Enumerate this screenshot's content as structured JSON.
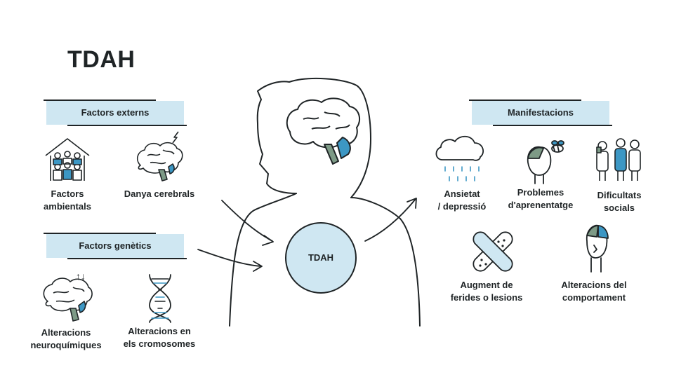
{
  "title": "TDAH",
  "left": {
    "external_header": "Factors externs",
    "external_items": [
      "Factors\nambientals",
      "Danya cerebrals"
    ],
    "genetic_header": "Factors genètics",
    "genetic_items": [
      "Alteracions\nneuroquímiques",
      "Alteracions en\nels cromosomes"
    ],
    "arrow_glyph": "↑↓"
  },
  "center": {
    "label": "TDAH"
  },
  "right": {
    "header": "Manifestacions",
    "items": [
      "Ansietat\n/ depressió",
      "Problemes\nd'aprenentatge",
      "Dificultats\nsocials",
      "Augment de\nferides o lesions",
      "Alteracions del\ncomportament"
    ]
  },
  "colors": {
    "accent_light": "#cfe7f2",
    "accent": "#3c97c4",
    "green": "#7d9a86",
    "ink": "#1f2426"
  },
  "icons": [
    "house-people-icon",
    "brain-lightning-icon",
    "brain-icon",
    "dna-icon",
    "rain-cloud-icon",
    "head-bee-icon",
    "people-group-icon",
    "bandage-icon",
    "head-profile-icon"
  ]
}
